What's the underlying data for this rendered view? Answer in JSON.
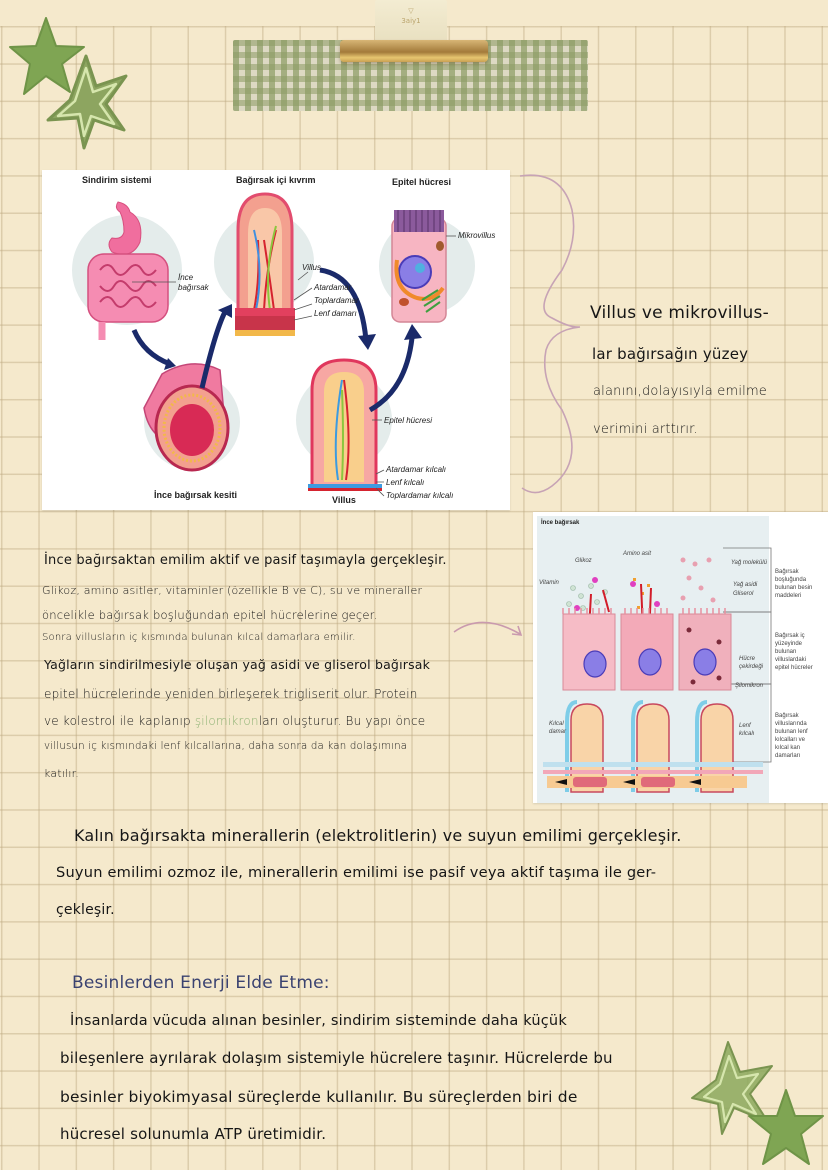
{
  "page": {
    "background_color": "#f5e9cc",
    "grid_color": "#d9c9a3",
    "accent_green": "#7fa05a",
    "bracket_color": "#c7a3b5"
  },
  "decor": {
    "clip_logo_line1": "▽",
    "clip_logo_line2": "3aiy1"
  },
  "figure1": {
    "headings": {
      "digestive_system": "Sindirim sistemi",
      "intestinal_fold": "Bağırsak içi kıvrım",
      "epithelial_cell": "Epitel hücresi",
      "small_intestine_section": "İnce bağırsak kesiti",
      "villus": "Villus"
    },
    "labels": {
      "small_intestine_line1": "İnce",
      "small_intestine_line2": "bağırsak",
      "villus": "Villus",
      "artery": "Atardamar",
      "vein": "Toplardamar",
      "lymph_vessel": "Lenf damarı",
      "microvillus": "Mikrovillus",
      "epithelial_cell": "Epitel hücresi",
      "arterial_capillary": "Atardamar kılcalı",
      "lymph_capillary": "Lenf kılcalı",
      "venous_capillary": "Toplardamar kılcalı"
    }
  },
  "side_note": {
    "lines": [
      "Villus ve mikrovillus-",
      "lar bağırsağın yüzey",
      "alanını,dolayısıyla emilme",
      "verimini arttırır."
    ]
  },
  "paragraph1": {
    "lines": [
      "İnce bağırsaktan emilim aktif ve pasif taşımayla gerçekleşir.",
      "Glikoz, amino asitler, vitaminler (özellikle B ve C), su ve mineraller",
      "öncelikle bağırsak boşluğundan epitel hücrelerine geçer.",
      "Sonra villusların iç kısmında bulunan kılcal damarlara emilir.",
      " Yağların sindirilmesiyle oluşan yağ asidi ve gliserol bağırsak",
      "epitel hücrelerinde yeniden birleşerek trigliserit olur. Protein",
      "ve kolestrol ile kaplanıp ",
      "şilomikron",
      "ları oluşturur. Bu yapı önce",
      "villusun iç kısmındaki lenf kılcallarına, daha sonra da kan dolaşımına",
      "katılır."
    ]
  },
  "figure2": {
    "title": "İnce bağırsak",
    "labels": {
      "glucose": "Glikoz",
      "amino_acid": "Amino asit",
      "vitamin": "Vitamin",
      "fat_molecule": "Yağ molekülü",
      "fatty_acid": "Yağ asidi",
      "glycerol": "Gliserol",
      "nucleus_line1": "Hücre",
      "nucleus_line2": "çekirdeği",
      "chylomicron": "Şilomikron",
      "capillary_line1": "Kılcal",
      "capillary_line2": "damar",
      "lymph_line1": "Lenf",
      "lymph_line2": "kılcalı"
    },
    "side_labels": {
      "lumen": [
        "Bağırsak",
        "boşluğunda",
        "bulunan besin",
        "maddeleri"
      ],
      "epithelium": [
        "Bağırsak iç",
        "yüzeyinde",
        "bulunan",
        "villuslardaki",
        "epitel hücreler"
      ],
      "capillaries": [
        "Bağırsak",
        "villuslarında",
        "bulunan lenf",
        "kılcalları ve",
        "kılcal kan",
        "damarları"
      ]
    }
  },
  "paragraph2": {
    "lines": [
      "Kalın bağırsakta minerallerin (elektrolitlerin) ve suyun emilimi gerçekleşir.",
      "Suyun emilimi ozmoz ile, minerallerin emilimi ise pasif veya aktif taşıma ile ger-",
      "çekleşir."
    ]
  },
  "section": {
    "title": "Besinlerden Enerji Elde Etme:",
    "lines": [
      " İnsanlarda vücuda alınan besinler, sindirim sisteminde daha küçük",
      "bileşenlere ayrılarak dolaşım sistemiyle hücrelere taşınır. Hücrelerde bu",
      "besinler biyokimyasal süreçlerde kullanılır. Bu süreçlerden biri de",
      "hücresel solunumla ATP üretimidir."
    ]
  }
}
